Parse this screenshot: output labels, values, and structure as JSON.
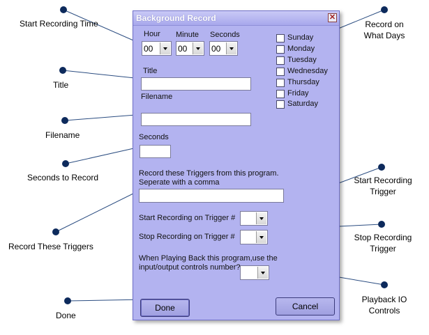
{
  "dialog": {
    "title": "Background Record",
    "hour_label": "Hour",
    "minute_label": "Minute",
    "seconds_label": "Seconds",
    "hour_value": "00",
    "minute_value": "00",
    "second_value": "00",
    "title_label": "Title",
    "title_value": "",
    "filename_label": "Filename",
    "filename_value": "",
    "duration_label": "Seconds",
    "duration_value": "",
    "triggers_label_1": "Record these Triggers from this program.",
    "triggers_label_2": "Seperate with a comma",
    "triggers_value": "",
    "start_trigger_label": "Start Recording on Trigger #",
    "start_trigger_value": "",
    "stop_trigger_label": "Stop Recording on Trigger #",
    "stop_trigger_value": "",
    "playback_label_1": "When Playing Back this program,use the",
    "playback_label_2": "input/output controls number?",
    "playback_value": "",
    "days": [
      "Sunday",
      "Monday",
      "Tuesday",
      "Wednesday",
      "Thursday",
      "Friday",
      "Saturday"
    ],
    "done_label": "Done",
    "cancel_label": "Cancel"
  },
  "callouts": {
    "start_time": "Start Recording Time",
    "title": "Title",
    "filename": "Filename",
    "seconds": "Seconds to Record",
    "triggers": "Record These Triggers",
    "done": "Done",
    "days_1": "Record on",
    "days_2": "What Days",
    "start_trigger_1": "Start Recording",
    "start_trigger_2": "Trigger",
    "stop_trigger_1": "Stop Recording",
    "stop_trigger_2": "Trigger",
    "playback_1": "Playback IO",
    "playback_2": "Controls"
  },
  "colors": {
    "dialog_bg": "#b3b3f0",
    "marker": "#0d2a5c",
    "leader_line": "#2a4c80"
  }
}
